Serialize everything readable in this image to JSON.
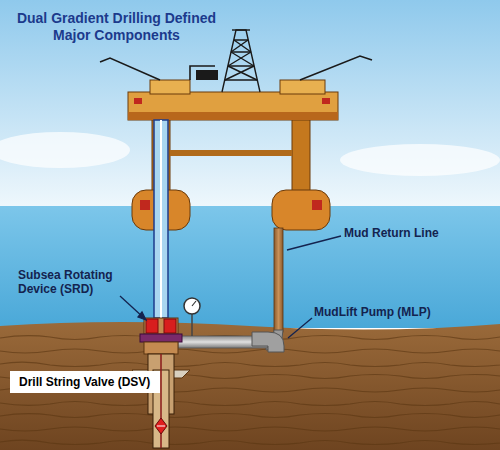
{
  "diagram": {
    "title": "Dual Gradient Drilling Defined Major Components",
    "nodes": [
      {
        "text": [
          "Drill String Valve (DSV)"
        ]
      }
    ],
    "labels": [
      "Mud Return Line",
      "Subsea Rotating Device (SRD)",
      "MudLift Pump (MLP)"
    ]
  }
}
